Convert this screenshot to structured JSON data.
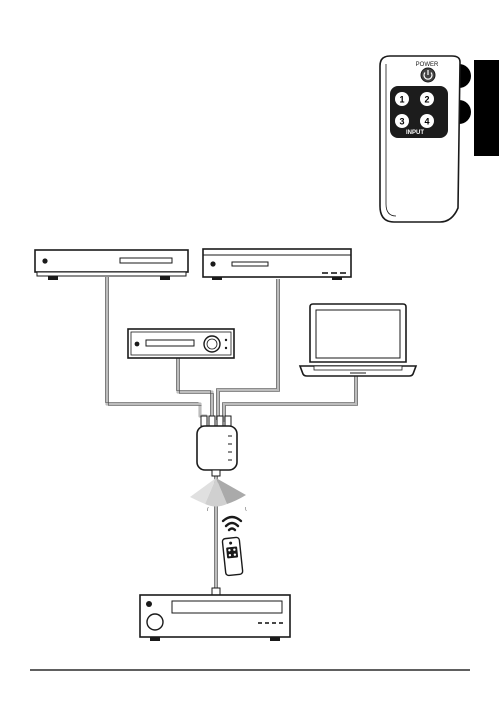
{
  "remote": {
    "power_label": "POWER",
    "input_label": "INPUT",
    "buttons": [
      "1",
      "2",
      "3",
      "4"
    ]
  },
  "colors": {
    "ink": "#1a1a1a",
    "cable": "#bdbdbd",
    "cone": "#b0b0b0",
    "button_panel": "#1c1c1c",
    "side_tab": "#000000"
  },
  "icons": [
    "power-icon",
    "wifi-signal-icon",
    "laptop-icon"
  ]
}
